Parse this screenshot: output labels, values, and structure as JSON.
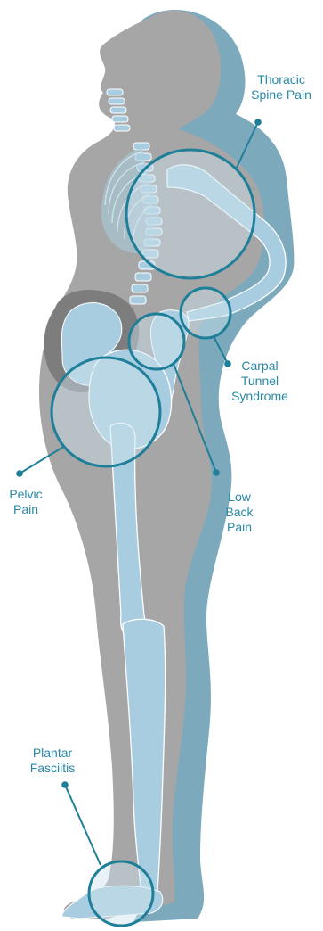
{
  "colors": {
    "silhouette": "#a6a6a6",
    "shadow": "#7da9bd",
    "bone": "#a9cde0",
    "bone_stroke": "#ffffff",
    "ring": "#1f7f99",
    "ring_fill": "#cfe5ee",
    "label": "#2a8aa6",
    "uterus": "#7d7d7d"
  },
  "callouts": {
    "thoracic": {
      "lines": [
        "Thoracic",
        "Spine Pain"
      ]
    },
    "carpal": {
      "lines": [
        "Carpal",
        "Tunnel",
        "Syndrome"
      ]
    },
    "low_back": {
      "lines": [
        "Low",
        "Back",
        "Pain"
      ]
    },
    "pelvic": {
      "lines": [
        "Pelvic",
        "Pain"
      ]
    },
    "plantar": {
      "lines": [
        "Plantar",
        "Fasciitis"
      ]
    }
  }
}
